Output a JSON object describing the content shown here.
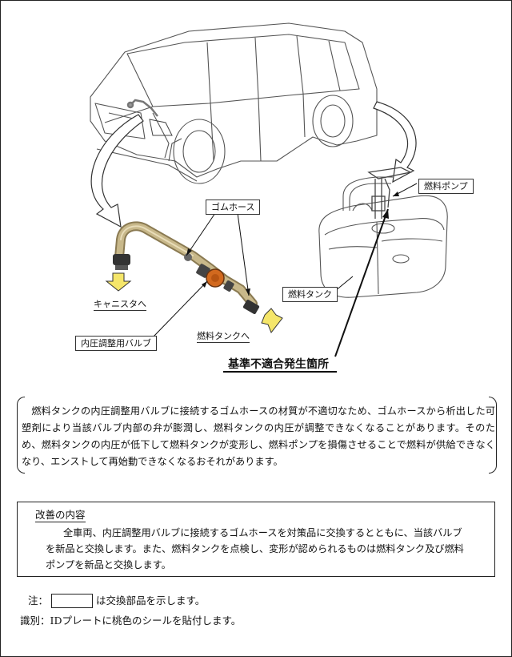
{
  "labels": {
    "fuel_pump": "燃料ポンプ",
    "rubber_hose": "ゴムホース",
    "fuel_tank": "燃料タンク",
    "to_canister": "キャニスタへ",
    "to_fuel_tank": "燃料タンクへ",
    "pressure_valve": "内圧調整用バルブ",
    "defect_location": "基準不適合発生箇所"
  },
  "description": {
    "text": "燃料タンクの内圧調整用バルブに接続するゴムホースの材質が不適切なため、ゴムホースから析出した可塑剤により当該バルブ内部の弁が膨潤し、燃料タンクの内圧が調整できなくなることがあります。そのため、燃料タンクの内圧が低下して燃料タンクが変形し、燃料ポンプを損傷させることで燃料が供給できなくなり、エンストして再始動できなくなるおそれがあります。"
  },
  "improvement": {
    "title": "改善の内容",
    "text": "全車両、内圧調整用バルブに接続するゴムホースを対策品に交換するとともに、当該バルブを新品と交換します。また、燃料タンクを点検し、変形が認められるものは燃料タンク及び燃料ポンプを新品と交換します。"
  },
  "notes": {
    "note_prefix": "注：",
    "note_suffix": "は交換部品を示します。",
    "identification": "識別：IDプレートに桃色のシールを貼付します。"
  },
  "colors": {
    "valve_orange": "#d2691e",
    "callout_arrow_yellow": "#f5e66a",
    "hose_tan": "#c8b88a"
  }
}
